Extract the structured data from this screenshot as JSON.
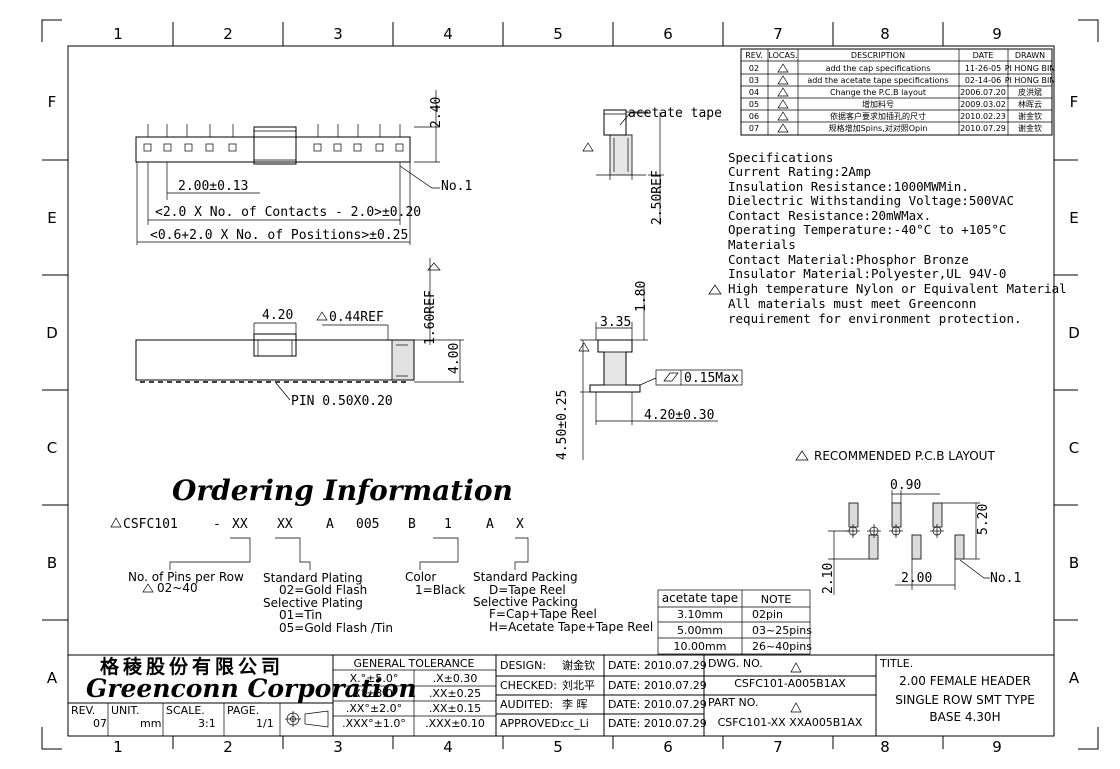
{
  "zones": {
    "columns": [
      "1",
      "2",
      "3",
      "4",
      "5",
      "6",
      "7",
      "8",
      "9"
    ],
    "rows": [
      "F",
      "E",
      "D",
      "C",
      "B",
      "A"
    ]
  },
  "revisions": {
    "headers": [
      "REV.",
      "LOCAS.",
      "DESCRIPTION",
      "DATE",
      "DRAWN"
    ],
    "rows": [
      {
        "rev": "02",
        "desc": "add the cap specifications",
        "date": "11-26-05",
        "drawn": "PI HONG BIN"
      },
      {
        "rev": "03",
        "desc": "add the acetate tape specifications",
        "date": "02-14-06",
        "drawn": "PI HONG BIN"
      },
      {
        "rev": "04",
        "desc": "Change the P.C.B layout",
        "date": "2006.07.20",
        "drawn": "皮洪斌"
      },
      {
        "rev": "05",
        "desc": "增加料号",
        "date": "2009.03.02",
        "drawn": "林晖云"
      },
      {
        "rev": "06",
        "desc": "依据客户要求加插孔的尺寸",
        "date": "2010.02.23",
        "drawn": "谢金钦"
      },
      {
        "rev": "07",
        "desc": "规格增加Spins,对对照Opin",
        "date": "2010.07.29",
        "drawn": "谢金钦"
      }
    ]
  },
  "top_view": {
    "height_dim": "2.40",
    "pitch_dim": "2.00±0.13",
    "contacts_dim": "<2.0 X No. of Contacts - 2.0>±0.20",
    "positions_dim": "<0.6+2.0 X No. of Positions>±0.25",
    "no1": "No.1"
  },
  "side_view": {
    "cap_dim": "4.20",
    "ref_dim": "0.44REF",
    "ref_height": "1.60REF",
    "height_dim": "4.00",
    "pin_dim": "PIN 0.50X0.20"
  },
  "tape_view": {
    "label": "acetate tape",
    "ref_dim": "2.50REF"
  },
  "end_view": {
    "width_dim": "3.35",
    "top_dim": "1.80",
    "flat_label": "0.15Max",
    "base_dim": "4.20±0.30",
    "height_dim": "4.50±0.25"
  },
  "specifications": [
    "Specifications",
    "Current Rating:2Amp",
    "Insulation Resistance:1000MWMin.",
    "Dielectric Withstanding Voltage:500VAC",
    "Contact Resistance:20mWMax.",
    "Operating Temperature:-40°C to +105°C",
    "Materials",
    "Contact Material:Phosphor Bronze",
    "Insulator Material:Polyester,UL 94V-0",
    "High temperature Nylon or Equivalent Material",
    "All materials must meet Greenconn",
    "requirement for environment protection."
  ],
  "pcb": {
    "title": "RECOMMENDED P.C.B LAYOUT",
    "dim_090": "0.90",
    "dim_520": "5.20",
    "dim_210": "2.10",
    "dim_200": "2.00",
    "no1": "No.1"
  },
  "ordering": {
    "title": "Ordering Information",
    "code": [
      "CSFC101",
      "-",
      "XX",
      "XX",
      "A",
      "005",
      "B",
      "1",
      "A",
      "X"
    ],
    "pins_label": "No. of Pins per Row",
    "pins_value": "02~40",
    "plating_label": "Standard Plating",
    "plating_value": "02=Gold Flash",
    "sel_plating_label": "Selective Plating",
    "sel_plating_1": "01=Tin",
    "sel_plating_2": "05=Gold Flash /Tin",
    "color_label": "Color",
    "color_value": "1=Black",
    "packing_label": "Standard Packing",
    "packing_value": "D=Tape Reel",
    "sel_packing_label": "Selective Packing",
    "sel_packing_1": "F=Cap+Tape Reel",
    "sel_packing_2": "H=Acetate Tape+Tape Reel"
  },
  "tape_table": {
    "headers": [
      "acetate tape",
      "NOTE"
    ],
    "rows": [
      [
        "3.10mm",
        "02pin"
      ],
      [
        "5.00mm",
        "03~25pins"
      ],
      [
        "10.00mm",
        "26~40pins"
      ]
    ]
  },
  "title_block": {
    "company_cn": "格稜股份有限公司",
    "company_en": "Greenconn Corporation",
    "rev_label": "REV.",
    "rev": "07",
    "unit_label": "UNIT.",
    "unit": "mm",
    "scale_label": "SCALE.",
    "scale": "3:1",
    "page_label": "PAGE.",
    "page": "1/1",
    "tol_title": "GENERAL TOLERANCE",
    "tol": [
      [
        "X.°±5.0°",
        ".X±0.30"
      ],
      [
        ".X°±3.0°",
        ".XX±0.25"
      ],
      [
        ".XX°±2.0°",
        ".XX±0.15"
      ],
      [
        ".XXX°±1.0°",
        ".XXX±0.10"
      ]
    ],
    "design_label": "DESIGN:",
    "design": "谢金钦",
    "checked_label": "CHECKED:",
    "checked": "刘北平",
    "audited_label": "AUDITED:",
    "audited": "李 晖",
    "approved_label": "APPROVED:",
    "approved": "cc_Li",
    "date_label": "DATE: 2010.07.29",
    "dwg_label": "DWG. NO.",
    "dwg": "CSFC101-A005B1AX",
    "part_label": "PART NO.",
    "part": "CSFC101-XX XXA005B1AX",
    "title_label": "TITLE.",
    "title_1": "2.00 FEMALE HEADER",
    "title_2": "SINGLE ROW SMT TYPE",
    "title_3": "BASE 4.30H"
  }
}
